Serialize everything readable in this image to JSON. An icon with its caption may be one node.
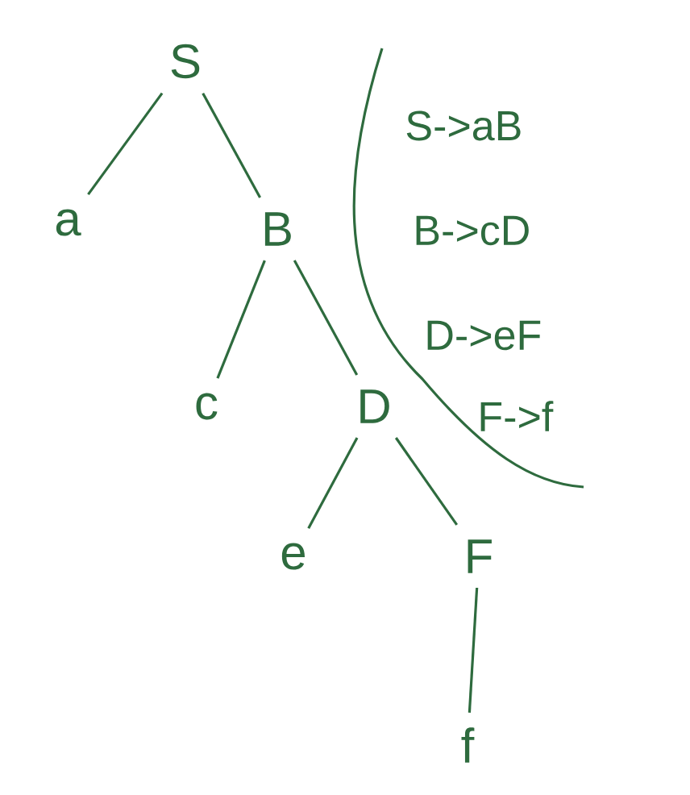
{
  "diagram": {
    "nodes": [
      {
        "text": [
          "S"
        ]
      },
      {
        "text": [
          "a"
        ]
      },
      {
        "text": [
          "B"
        ]
      },
      {
        "text": [
          "c"
        ]
      },
      {
        "text": [
          "D"
        ]
      },
      {
        "text": [
          "e"
        ]
      },
      {
        "text": [
          "F"
        ]
      },
      {
        "text": [
          "f"
        ]
      }
    ],
    "edges": [
      {
        "from": 0,
        "to": 1,
        "arrow": "none"
      },
      {
        "from": 0,
        "to": 2,
        "arrow": "none"
      },
      {
        "from": 2,
        "to": 3,
        "arrow": "none"
      },
      {
        "from": 2,
        "to": 4,
        "arrow": "none"
      },
      {
        "from": 4,
        "to": 5,
        "arrow": "none"
      },
      {
        "from": 4,
        "to": 6,
        "arrow": "none"
      },
      {
        "from": 6,
        "to": 7,
        "arrow": "none"
      }
    ],
    "labels": [
      "S->aB",
      "B->cD",
      "D->eF",
      "F->f"
    ]
  }
}
